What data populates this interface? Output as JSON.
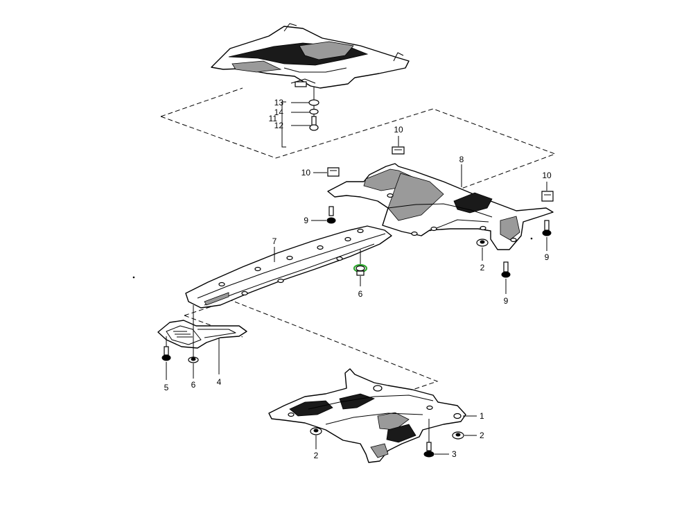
{
  "diagram": {
    "highlight_color": "#2fa82f",
    "callouts": [
      {
        "id": "c13",
        "text": "13"
      },
      {
        "id": "c14",
        "text": "14"
      },
      {
        "id": "c12",
        "text": "12"
      },
      {
        "id": "c11",
        "text": "11"
      },
      {
        "id": "c10a",
        "text": "10"
      },
      {
        "id": "c10b",
        "text": "10"
      },
      {
        "id": "c10c",
        "text": "10"
      },
      {
        "id": "c8",
        "text": "8"
      },
      {
        "id": "c9a",
        "text": "9"
      },
      {
        "id": "c9b",
        "text": "9"
      },
      {
        "id": "c9c",
        "text": "9"
      },
      {
        "id": "c7",
        "text": "7"
      },
      {
        "id": "c6a",
        "text": "6"
      },
      {
        "id": "c2a",
        "text": "2"
      },
      {
        "id": "c5",
        "text": "5"
      },
      {
        "id": "c6b",
        "text": "6"
      },
      {
        "id": "c4",
        "text": "4"
      },
      {
        "id": "c1",
        "text": "1"
      },
      {
        "id": "c2b",
        "text": "2"
      },
      {
        "id": "c2c",
        "text": "2"
      },
      {
        "id": "c3",
        "text": "3"
      }
    ]
  }
}
